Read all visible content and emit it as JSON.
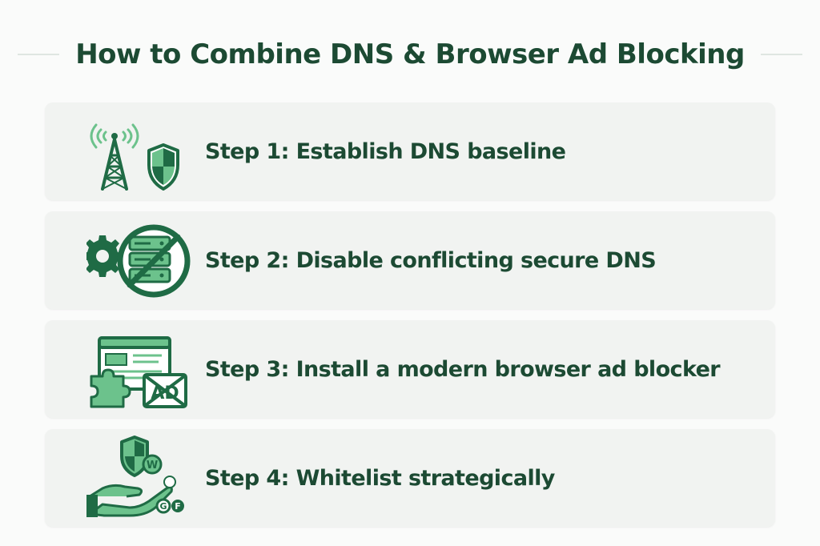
{
  "title": "How to Combine DNS & Browser Ad Blocking",
  "colors": {
    "text": "#1c4a33",
    "icon_dark": "#1f6b45",
    "icon_light": "#6cc28c",
    "card_bg": "#f1f3f1",
    "page_bg": "#fafbfa"
  },
  "steps": [
    {
      "label": "Step 1: Establish DNS baseline",
      "icon": "tower-shield-icon"
    },
    {
      "label": "Step 2: Disable conflicting secure DNS",
      "icon": "blocked-server-gear-icon"
    },
    {
      "label": "Step 3: Install a modern browser ad blocker",
      "icon": "browser-extension-ad-block-icon"
    },
    {
      "label": "Step 4: Whitelist strategically",
      "icon": "hand-shield-sites-icon"
    }
  ]
}
